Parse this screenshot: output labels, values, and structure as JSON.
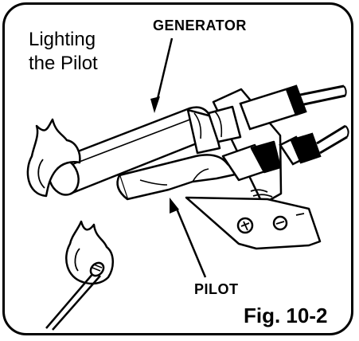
{
  "caption": {
    "line1": "Lighting",
    "line2": "the Pilot"
  },
  "labels": {
    "generator": "GENERATOR",
    "pilot": "PILOT"
  },
  "figure": {
    "number": "Fig. 10-2"
  },
  "icons": {
    "pilot_flame": "flame-icon",
    "match_flame": "flame-icon",
    "match": "match-icon",
    "assembly": "pilot-assembly-icon"
  }
}
